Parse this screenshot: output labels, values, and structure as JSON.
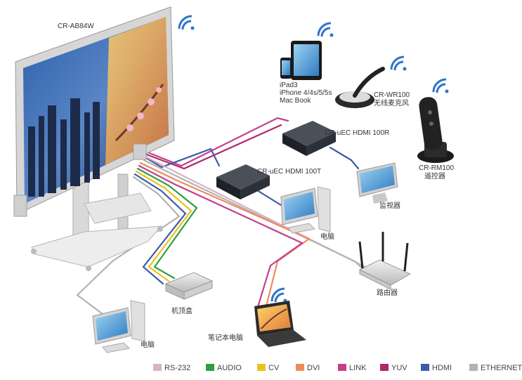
{
  "colors": {
    "rs232": "#d9b3c6",
    "audio": "#2e9e44",
    "cv": "#e8c21a",
    "dvi": "#f08a5d",
    "link": "#c2418a",
    "yuv": "#b0276a",
    "hdmi": "#3b5ca8",
    "ethernet": "#b3b3b3"
  },
  "labels": {
    "display_model": "CR-AB84W",
    "ipad_line1": "iPad3",
    "ipad_line2": "iPhone 4/4s/5/5s",
    "ipad_line3": "Mac Book",
    "mic_model": "CR-WR100",
    "mic_name": "无线麦克风",
    "remote_model": "CR-RM100",
    "remote_name": "遥控器",
    "receiver": "CR-uEC HDMI 100R",
    "transmitter": "CR-uEC HDMI 100T",
    "monitor": "监视器",
    "pc_mid": "电脑",
    "router": "路由器",
    "settop": "机顶盒",
    "laptop": "笔记本电脑",
    "pc_bottom": "电脑"
  },
  "legend": [
    {
      "label": "RS-232",
      "color": "#d9b3c6"
    },
    {
      "label": "AUDIO",
      "color": "#2e9e44"
    },
    {
      "label": "CV",
      "color": "#e8c21a"
    },
    {
      "label": "DVI",
      "color": "#f08a5d"
    },
    {
      "label": "LINK",
      "color": "#c2418a"
    },
    {
      "label": "YUV",
      "color": "#b0276a"
    },
    {
      "label": "HDMI",
      "color": "#3b5ca8"
    },
    {
      "label": "ETHERNET",
      "color": "#b3b3b3"
    }
  ]
}
